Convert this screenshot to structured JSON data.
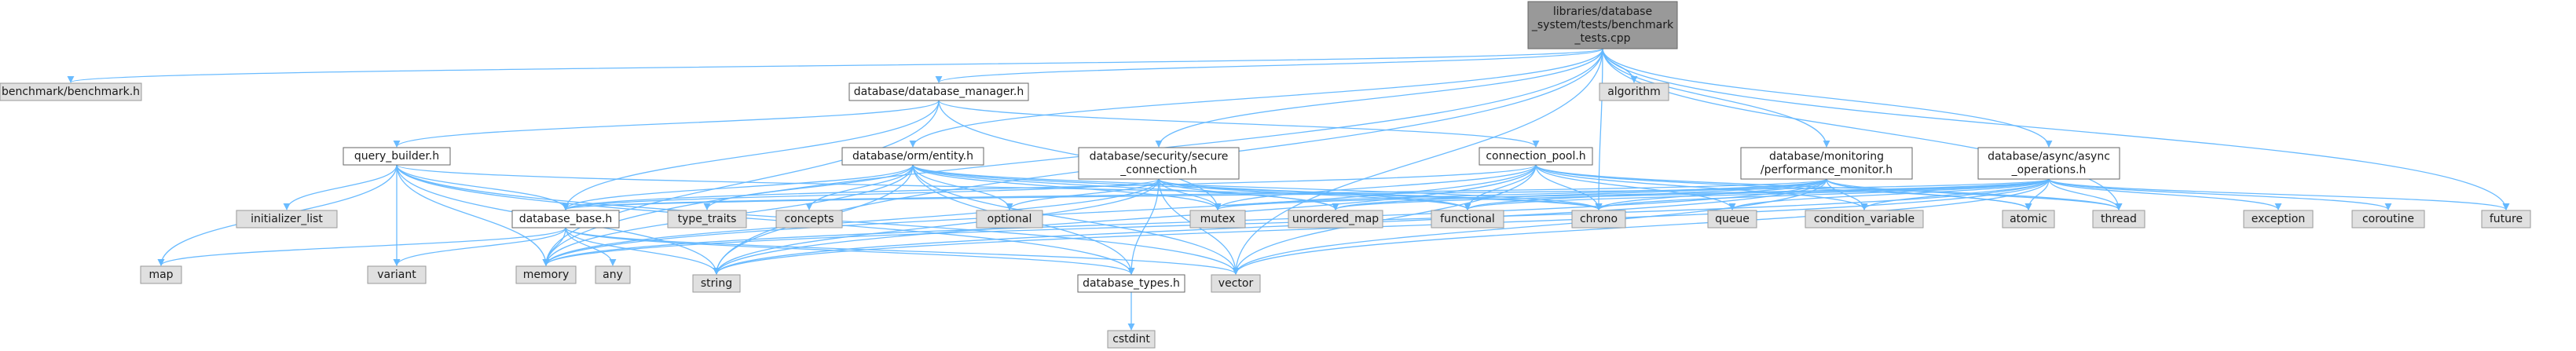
{
  "graph": {
    "root": "libraries/database_system/tests/benchmark_tests.cpp",
    "nodes": [
      {
        "id": "root",
        "kind": "root",
        "lines": [
          "libraries/database",
          "_system/tests/benchmark",
          "_tests.cpp"
        ]
      },
      {
        "id": "benchmark_h",
        "kind": "sys",
        "lines": [
          "benchmark/benchmark.h"
        ]
      },
      {
        "id": "database_manager_h",
        "kind": "usr",
        "lines": [
          "database/database_manager.h"
        ]
      },
      {
        "id": "algorithm",
        "kind": "sys",
        "lines": [
          "algorithm"
        ]
      },
      {
        "id": "query_builder_h",
        "kind": "usr",
        "lines": [
          "query_builder.h"
        ]
      },
      {
        "id": "entity_h",
        "kind": "usr",
        "lines": [
          "database/orm/entity.h"
        ]
      },
      {
        "id": "secure_connection_h",
        "kind": "usr",
        "lines": [
          "database/security/secure",
          "_connection.h"
        ]
      },
      {
        "id": "connection_pool_h",
        "kind": "usr",
        "lines": [
          "connection_pool.h"
        ]
      },
      {
        "id": "performance_monitor_h",
        "kind": "usr",
        "lines": [
          "database/monitoring",
          "/performance_monitor.h"
        ]
      },
      {
        "id": "async_operations_h",
        "kind": "usr",
        "lines": [
          "database/async/async",
          "_operations.h"
        ]
      },
      {
        "id": "initializer_list",
        "kind": "sys",
        "lines": [
          "initializer_list"
        ]
      },
      {
        "id": "database_base_h",
        "kind": "usr",
        "lines": [
          "database_base.h"
        ]
      },
      {
        "id": "type_traits",
        "kind": "sys",
        "lines": [
          "type_traits"
        ]
      },
      {
        "id": "concepts",
        "kind": "sys",
        "lines": [
          "concepts"
        ]
      },
      {
        "id": "optional",
        "kind": "sys",
        "lines": [
          "optional"
        ]
      },
      {
        "id": "mutex",
        "kind": "sys",
        "lines": [
          "mutex"
        ]
      },
      {
        "id": "unordered_map",
        "kind": "sys",
        "lines": [
          "unordered_map"
        ]
      },
      {
        "id": "functional",
        "kind": "sys",
        "lines": [
          "functional"
        ]
      },
      {
        "id": "chrono",
        "kind": "sys",
        "lines": [
          "chrono"
        ]
      },
      {
        "id": "queue",
        "kind": "sys",
        "lines": [
          "queue"
        ]
      },
      {
        "id": "condition_variable",
        "kind": "sys",
        "lines": [
          "condition_variable"
        ]
      },
      {
        "id": "atomic",
        "kind": "sys",
        "lines": [
          "atomic"
        ]
      },
      {
        "id": "thread",
        "kind": "sys",
        "lines": [
          "thread"
        ]
      },
      {
        "id": "exception",
        "kind": "sys",
        "lines": [
          "exception"
        ]
      },
      {
        "id": "coroutine",
        "kind": "sys",
        "lines": [
          "coroutine"
        ]
      },
      {
        "id": "future",
        "kind": "sys",
        "lines": [
          "future"
        ]
      },
      {
        "id": "map",
        "kind": "sys",
        "lines": [
          "map"
        ]
      },
      {
        "id": "variant",
        "kind": "sys",
        "lines": [
          "variant"
        ]
      },
      {
        "id": "memory",
        "kind": "sys",
        "lines": [
          "memory"
        ]
      },
      {
        "id": "any",
        "kind": "sys",
        "lines": [
          "any"
        ]
      },
      {
        "id": "string",
        "kind": "sys",
        "lines": [
          "string"
        ]
      },
      {
        "id": "database_types_h",
        "kind": "usr",
        "lines": [
          "database_types.h"
        ]
      },
      {
        "id": "vector",
        "kind": "sys",
        "lines": [
          "vector"
        ]
      },
      {
        "id": "cstdint",
        "kind": "sys",
        "lines": [
          "cstdint"
        ]
      }
    ],
    "edges": [
      [
        "root",
        "benchmark_h"
      ],
      [
        "root",
        "database_manager_h"
      ],
      [
        "root",
        "algorithm"
      ],
      [
        "root",
        "entity_h"
      ],
      [
        "root",
        "secure_connection_h"
      ],
      [
        "root",
        "performance_monitor_h"
      ],
      [
        "root",
        "async_operations_h"
      ],
      [
        "root",
        "memory"
      ],
      [
        "root",
        "vector"
      ],
      [
        "root",
        "chrono"
      ],
      [
        "root",
        "thread"
      ],
      [
        "root",
        "future"
      ],
      [
        "root",
        "string"
      ],
      [
        "database_manager_h",
        "query_builder_h"
      ],
      [
        "database_manager_h",
        "connection_pool_h"
      ],
      [
        "database_manager_h",
        "database_base_h"
      ],
      [
        "database_manager_h",
        "mutex"
      ],
      [
        "database_manager_h",
        "memory"
      ],
      [
        "query_builder_h",
        "database_base_h"
      ],
      [
        "query_builder_h",
        "initializer_list"
      ],
      [
        "query_builder_h",
        "map"
      ],
      [
        "query_builder_h",
        "variant"
      ],
      [
        "query_builder_h",
        "memory"
      ],
      [
        "query_builder_h",
        "string"
      ],
      [
        "query_builder_h",
        "vector"
      ],
      [
        "query_builder_h",
        "database_types_h"
      ],
      [
        "query_builder_h",
        "chrono"
      ],
      [
        "entity_h",
        "database_base_h"
      ],
      [
        "entity_h",
        "type_traits"
      ],
      [
        "entity_h",
        "concepts"
      ],
      [
        "entity_h",
        "optional"
      ],
      [
        "entity_h",
        "mutex"
      ],
      [
        "entity_h",
        "unordered_map"
      ],
      [
        "entity_h",
        "functional"
      ],
      [
        "entity_h",
        "chrono"
      ],
      [
        "entity_h",
        "memory"
      ],
      [
        "entity_h",
        "string"
      ],
      [
        "entity_h",
        "vector"
      ],
      [
        "entity_h",
        "database_types_h"
      ],
      [
        "secure_connection_h",
        "database_base_h"
      ],
      [
        "secure_connection_h",
        "optional"
      ],
      [
        "secure_connection_h",
        "mutex"
      ],
      [
        "secure_connection_h",
        "unordered_map"
      ],
      [
        "secure_connection_h",
        "functional"
      ],
      [
        "secure_connection_h",
        "chrono"
      ],
      [
        "secure_connection_h",
        "memory"
      ],
      [
        "secure_connection_h",
        "string"
      ],
      [
        "secure_connection_h",
        "vector"
      ],
      [
        "secure_connection_h",
        "database_types_h"
      ],
      [
        "connection_pool_h",
        "database_base_h"
      ],
      [
        "connection_pool_h",
        "mutex"
      ],
      [
        "connection_pool_h",
        "functional"
      ],
      [
        "connection_pool_h",
        "chrono"
      ],
      [
        "connection_pool_h",
        "queue"
      ],
      [
        "connection_pool_h",
        "condition_variable"
      ],
      [
        "connection_pool_h",
        "atomic"
      ],
      [
        "connection_pool_h",
        "thread"
      ],
      [
        "connection_pool_h",
        "memory"
      ],
      [
        "connection_pool_h",
        "string"
      ],
      [
        "connection_pool_h",
        "vector"
      ],
      [
        "performance_monitor_h",
        "database_base_h"
      ],
      [
        "performance_monitor_h",
        "mutex"
      ],
      [
        "performance_monitor_h",
        "unordered_map"
      ],
      [
        "performance_monitor_h",
        "functional"
      ],
      [
        "performance_monitor_h",
        "chrono"
      ],
      [
        "performance_monitor_h",
        "condition_variable"
      ],
      [
        "performance_monitor_h",
        "atomic"
      ],
      [
        "performance_monitor_h",
        "thread"
      ],
      [
        "performance_monitor_h",
        "memory"
      ],
      [
        "performance_monitor_h",
        "string"
      ],
      [
        "performance_monitor_h",
        "vector"
      ],
      [
        "async_operations_h",
        "database_base_h"
      ],
      [
        "async_operations_h",
        "mutex"
      ],
      [
        "async_operations_h",
        "unordered_map"
      ],
      [
        "async_operations_h",
        "functional"
      ],
      [
        "async_operations_h",
        "chrono"
      ],
      [
        "async_operations_h",
        "queue"
      ],
      [
        "async_operations_h",
        "condition_variable"
      ],
      [
        "async_operations_h",
        "atomic"
      ],
      [
        "async_operations_h",
        "thread"
      ],
      [
        "async_operations_h",
        "exception"
      ],
      [
        "async_operations_h",
        "coroutine"
      ],
      [
        "async_operations_h",
        "future"
      ],
      [
        "async_operations_h",
        "memory"
      ],
      [
        "async_operations_h",
        "string"
      ],
      [
        "async_operations_h",
        "vector"
      ],
      [
        "database_base_h",
        "map"
      ],
      [
        "database_base_h",
        "variant"
      ],
      [
        "database_base_h",
        "memory"
      ],
      [
        "database_base_h",
        "any"
      ],
      [
        "database_base_h",
        "string"
      ],
      [
        "database_base_h",
        "database_types_h"
      ],
      [
        "database_base_h",
        "vector"
      ],
      [
        "database_types_h",
        "cstdint"
      ]
    ]
  }
}
